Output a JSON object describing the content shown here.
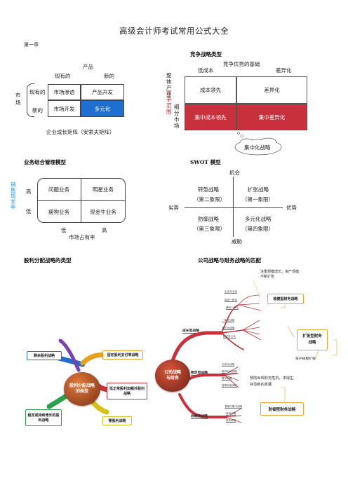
{
  "doc": {
    "title": "高级会计师考试常用公式大全",
    "chapter": "第一章"
  },
  "ansoff": {
    "product": "产品",
    "existing_top": "现有的",
    "new_top": "新的",
    "market_v": "市场",
    "existing_left": "现有的",
    "new_left": "新的",
    "cells": [
      "市场渗透",
      "产品开发",
      "市场开发",
      "多元化"
    ],
    "caption": "企业成长矩阵（安索夫矩阵）",
    "highlight_color": "#1f6fd1"
  },
  "competitive": {
    "title": "竞争战略类型",
    "basis": "竞争优势的基础",
    "low_cost": "低成本",
    "differentiation": "差异化",
    "scope_vertical": "竞争范围",
    "whole_industry": "整体产业",
    "niche_market": "细分市场",
    "cells": [
      "成本领先",
      "差异化",
      "集中成本领先",
      "集中差异化"
    ],
    "cloud": "集中化战略",
    "niche_color": "#c8303c"
  },
  "bcg": {
    "title": "业务组合管理模型",
    "ylabel": "销售增长率",
    "high": "高",
    "low": "低",
    "cells": [
      "问题业务",
      "明星业务",
      "瘦狗业务",
      "现金牛业务"
    ],
    "x_low": "低",
    "x_high": "高",
    "xlabel": "市场占有率"
  },
  "swot": {
    "title": "SWOT 模型",
    "opportunity": "机会",
    "threat": "威胁",
    "weakness": "劣势",
    "strength": "优势",
    "q2": [
      "转型战略",
      "（第二象限）"
    ],
    "q1": [
      "扩张战略",
      "（第一象限）"
    ],
    "q3": [
      "防御战略",
      "（第三象限）"
    ],
    "q4": [
      "多元化战略",
      "（第四象限）"
    ]
  },
  "dividend": {
    "title": "股利分配战略的类型",
    "center": [
      "股利分配战略",
      "的类型"
    ],
    "nodes": [
      "剩余股利战略",
      "固定股利支付率战略",
      "低正常股利加额外股利战略",
      "稳定或持续增长的股利战略",
      "零股利战略"
    ],
    "colors": [
      "#1f6fd1",
      "#e8a020",
      "#c8303c",
      "#2aa04a",
      "#d4c21a",
      "#7a3fb0"
    ]
  },
  "match": {
    "title": "公司战略与财务战略的匹配",
    "center": [
      "公司战略",
      "与财务"
    ],
    "branches": [
      "成长型战略",
      "稳定型战略",
      "收缩型战略"
    ],
    "note_top": [
      "注重规模增长，资产规模",
      "不断扩张"
    ],
    "box1": "稳健型财务战略",
    "box2": [
      "扩张型财务",
      "战略"
    ],
    "note_right": "资产规模扩张",
    "note_mid": [
      "预防出现财务危机，求得生",
      "存及新的发展"
    ],
    "box3": "防御型财务战略",
    "twigs_a": [
      "企业专业化",
      "纵向一体化",
      "横向一体化"
    ],
    "twigs_b": [
      "一体化战略",
      "多元化战略",
      "相关多元化"
    ],
    "twigs_c": [
      "无变化战略",
      "维持利润战略",
      "暂停战略",
      "谨慎实施战略"
    ],
    "twigs_d": [
      "紧缩与集中战略",
      "转向战略",
      "放弃战略"
    ]
  }
}
